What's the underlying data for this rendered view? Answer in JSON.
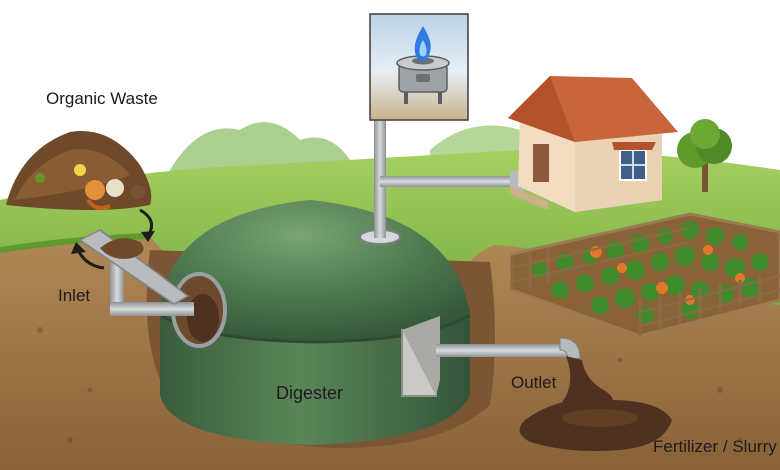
{
  "labels": {
    "organic_waste": "Organic Waste",
    "inlet": "Inlet",
    "digester": "Digester",
    "outlet": "Outlet",
    "fertilizer": "Fertilizer / Slurry"
  },
  "colors": {
    "sky": "#ffffff",
    "grass": "#7fb640",
    "grass_dark": "#5f9a2c",
    "soil": "#a0784a",
    "soil_dark": "#6e4a2a",
    "digester_dome": "#4f7a4f",
    "digester_shade": "#3b5f3d",
    "pipe": "#a8acaf",
    "house_wall": "#f2dcc0",
    "roof": "#c8653a",
    "flame": "#2f7be0",
    "slurry": "#4e3120"
  },
  "icons": [
    "stove-burner-icon",
    "flame-icon",
    "house-icon",
    "tree-icon",
    "arrow-icon"
  ]
}
